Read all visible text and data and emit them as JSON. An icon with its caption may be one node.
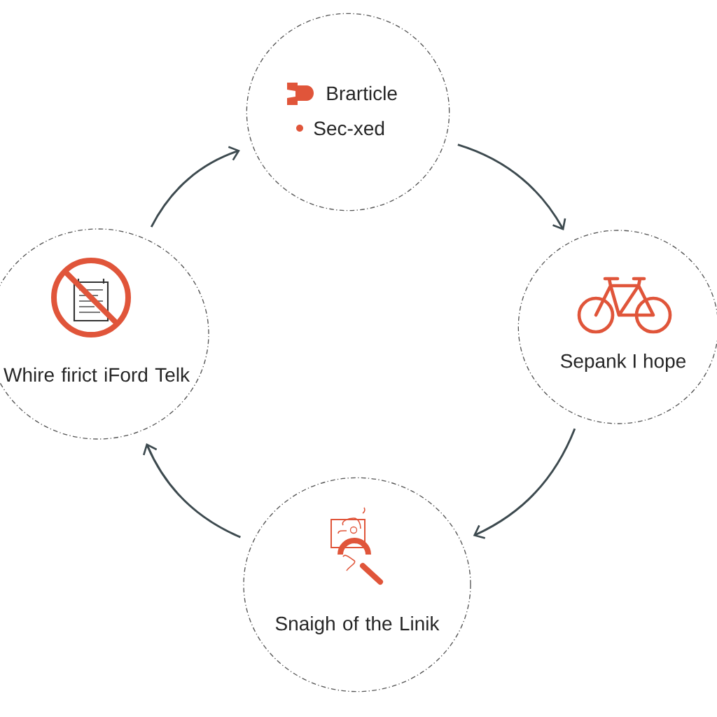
{
  "diagram": {
    "nodes": [
      {
        "text": [
          "Brarticle",
          "Sec-xed"
        ]
      },
      {
        "text": [
          "Sepank I hope"
        ]
      },
      {
        "text": [
          "Snaigh of the Linik"
        ]
      },
      {
        "text": [
          "Whire firict iFord Telk"
        ]
      }
    ],
    "edges": [
      {
        "from": 0,
        "to": 1,
        "arrow": "to"
      },
      {
        "from": 1,
        "to": 2,
        "arrow": "to"
      },
      {
        "from": 2,
        "to": 3,
        "arrow": "to"
      },
      {
        "from": 3,
        "to": 0,
        "arrow": "to"
      }
    ]
  }
}
